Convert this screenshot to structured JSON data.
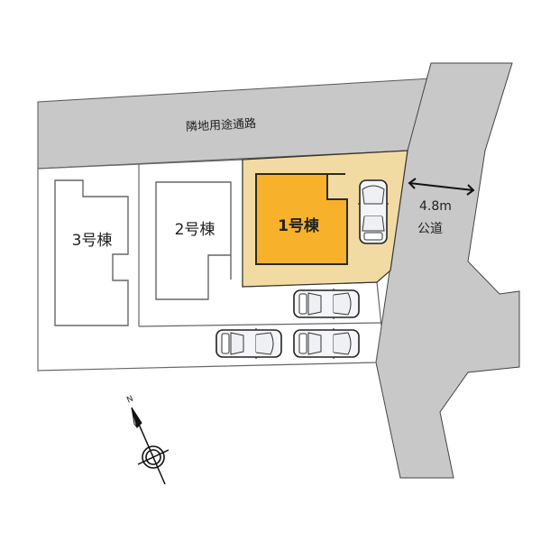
{
  "roads": {
    "adjacent_path": {
      "label": "隣地用途通路",
      "fill": "#c8c8c8"
    },
    "public_road": {
      "label": "公道",
      "width_label": "4.8m",
      "fill": "#c8c8c8"
    }
  },
  "lots": [
    {
      "id": "lot-1",
      "building_label": "1号棟",
      "lot_fill": "#f2dba2",
      "building_fill": "#f7b12a",
      "highlighted": true
    },
    {
      "id": "lot-2",
      "building_label": "2号棟",
      "lot_fill": "#ffffff",
      "building_fill": "#ffffff",
      "highlighted": false
    },
    {
      "id": "lot-3",
      "building_label": "3号棟",
      "lot_fill": "#ffffff",
      "building_fill": "#ffffff",
      "highlighted": false
    }
  ],
  "parking": {
    "car_count": 4
  },
  "compass": {
    "north_label": "N"
  }
}
